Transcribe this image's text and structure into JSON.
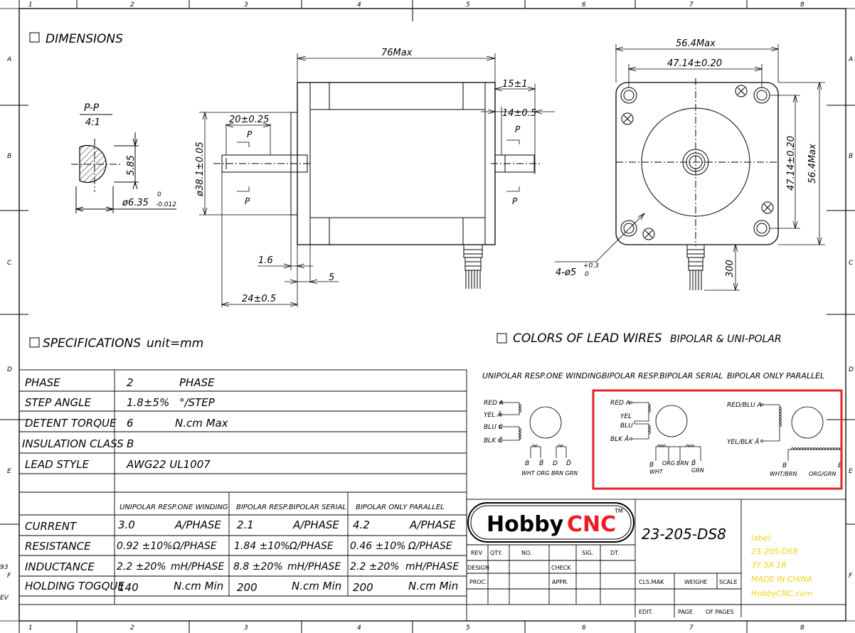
{
  "frame": {
    "columns": [
      "1",
      "2",
      "3",
      "4",
      "5",
      "6",
      "7",
      "8"
    ],
    "rows": [
      "A",
      "B",
      "C",
      "D",
      "E",
      "F"
    ],
    "edge_left_bits": [
      "93",
      "EV"
    ]
  },
  "dimensions": {
    "title": "DIMENSIONS",
    "pp_label": "P-P",
    "pp_scale": "4:1",
    "flat": "5.85",
    "shaft_dia": "ø6.35",
    "shaft_tol_upper": "0",
    "shaft_tol_lower": "-0.012",
    "length_max": "76Max",
    "front_shaft": "20±0.25",
    "pilot_dia": "ø38.1±0.05",
    "rear_shaft": "15±1",
    "rear_flat": "14±0.5",
    "section_p": "P",
    "pilot_depth": "1.6",
    "flange_thk": "5",
    "shaft_len": "24±0.5",
    "width_max": "56.4Max",
    "bolt_spacing": "47.14±0.20",
    "holes": "4-ø5",
    "holes_tol_upper": "+0.3",
    "holes_tol_lower": "0",
    "lead_len": "300"
  },
  "specs": {
    "title": "SPECIFICATIONS",
    "unit": "unit=mm",
    "rows": [
      {
        "label": "PHASE",
        "value": "2",
        "unit": "PHASE"
      },
      {
        "label": "STEP ANGLE",
        "value": "1.8±5%",
        "unit": "°/STEP"
      },
      {
        "label": "DETENT TORQUE",
        "value": "6",
        "unit": "N.cm Max"
      },
      {
        "label": "INSULATION CLASS",
        "value": "B",
        "unit": ""
      },
      {
        "label": "LEAD STYLE",
        "value": "AWG22  UL1007",
        "unit": ""
      }
    ],
    "modes": [
      "UNIPOLAR RESP.ONE WINDING",
      "BIPOLAR RESP.BIPOLAR SERIAL",
      "BIPOLAR ONLY PARALLEL"
    ],
    "elec": [
      {
        "label": "CURRENT",
        "values": [
          "3.0",
          "2.1",
          "4.2"
        ],
        "unit": "A/PHASE"
      },
      {
        "label": "RESISTANCE",
        "values": [
          "0.92 ±10%",
          "1.84 ±10%",
          "0.46 ±10%"
        ],
        "unit": "Ω/PHASE"
      },
      {
        "label": "INDUCTANCE",
        "values": [
          "2.2  ±20%",
          "8.8  ±20%",
          "2.2  ±20%"
        ],
        "unit": "mH/PHASE"
      },
      {
        "label": "HOLDING TOGQUE",
        "values": [
          "140",
          "200",
          "200"
        ],
        "unit": "N.cm Min"
      }
    ]
  },
  "leads": {
    "title": "COLORS OF LEAD WIRES",
    "subtitle": "BIPOLAR & UNI-POLAR",
    "uni": {
      "title": "UNIPOLAR RESP.ONE WINDING",
      "left": [
        "RED A",
        "YEL Ā",
        "BLU C",
        "BLK C̄"
      ],
      "bottom_pins": [
        "B",
        "B̄",
        "D",
        "D̄"
      ],
      "bottom_colors": "WHT ORG BRN GRN"
    },
    "ser": {
      "title": "BIPOLAR RESP.BIPOLAR SERIAL",
      "left": [
        "RED A",
        "YEL",
        "BLU",
        "BLK Ā"
      ],
      "bottom": [
        "B",
        "WHT",
        "ORG",
        "BRN",
        "B̄",
        "GRN"
      ]
    },
    "par": {
      "title": "BIPOLAR ONLY PARALLEL",
      "top": "RED/BLU A",
      "mid": "YEL/BLK Ā",
      "b": "B",
      "b_colors": "WHT/BRN",
      "bbar": "B̄",
      "bbar_colors": "ORG/GRN"
    },
    "highlight_color": "#e0242b"
  },
  "title_block": {
    "logo_a": "Hobby",
    "logo_b": "CNC",
    "tm": "TM",
    "part": "23-205-DS8",
    "label_lines": [
      "label:",
      "23-205-DS8",
      "3Y 3A 1R",
      "MADE IN CHINA",
      "HobbyCNC.com"
    ],
    "label_color": "#f2d21b",
    "logo_red": "#ee1c24",
    "rev": [
      "REV",
      "QTY.",
      "NO.",
      "SIG.",
      "DT."
    ],
    "design": "DESIGN",
    "check": "CHECK",
    "proc": "PROC.",
    "appr": "APPR.",
    "cls": "CLS.MAK",
    "weighe": "WEIGHE",
    "scale": "SCALE",
    "edit": "EDIT.",
    "page": "PAGE",
    "of_pages": "OF PAGES"
  }
}
